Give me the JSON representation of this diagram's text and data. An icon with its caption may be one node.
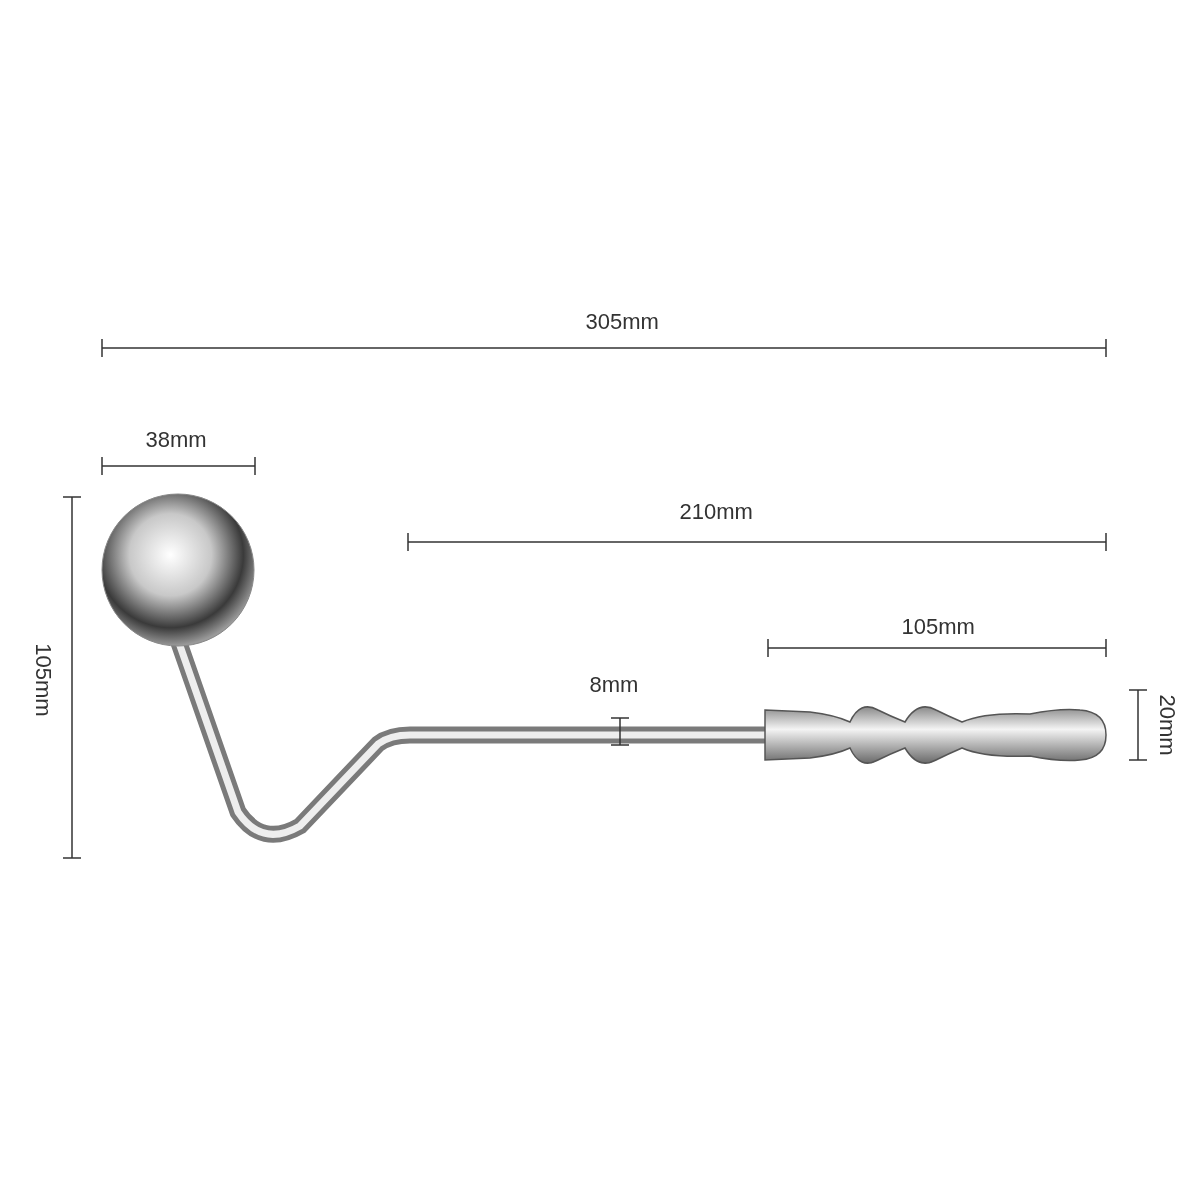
{
  "diagram": {
    "labels": [
      "305mm",
      "38mm",
      "210mm",
      "105mm",
      "105mm",
      "8mm",
      "20mm"
    ]
  }
}
